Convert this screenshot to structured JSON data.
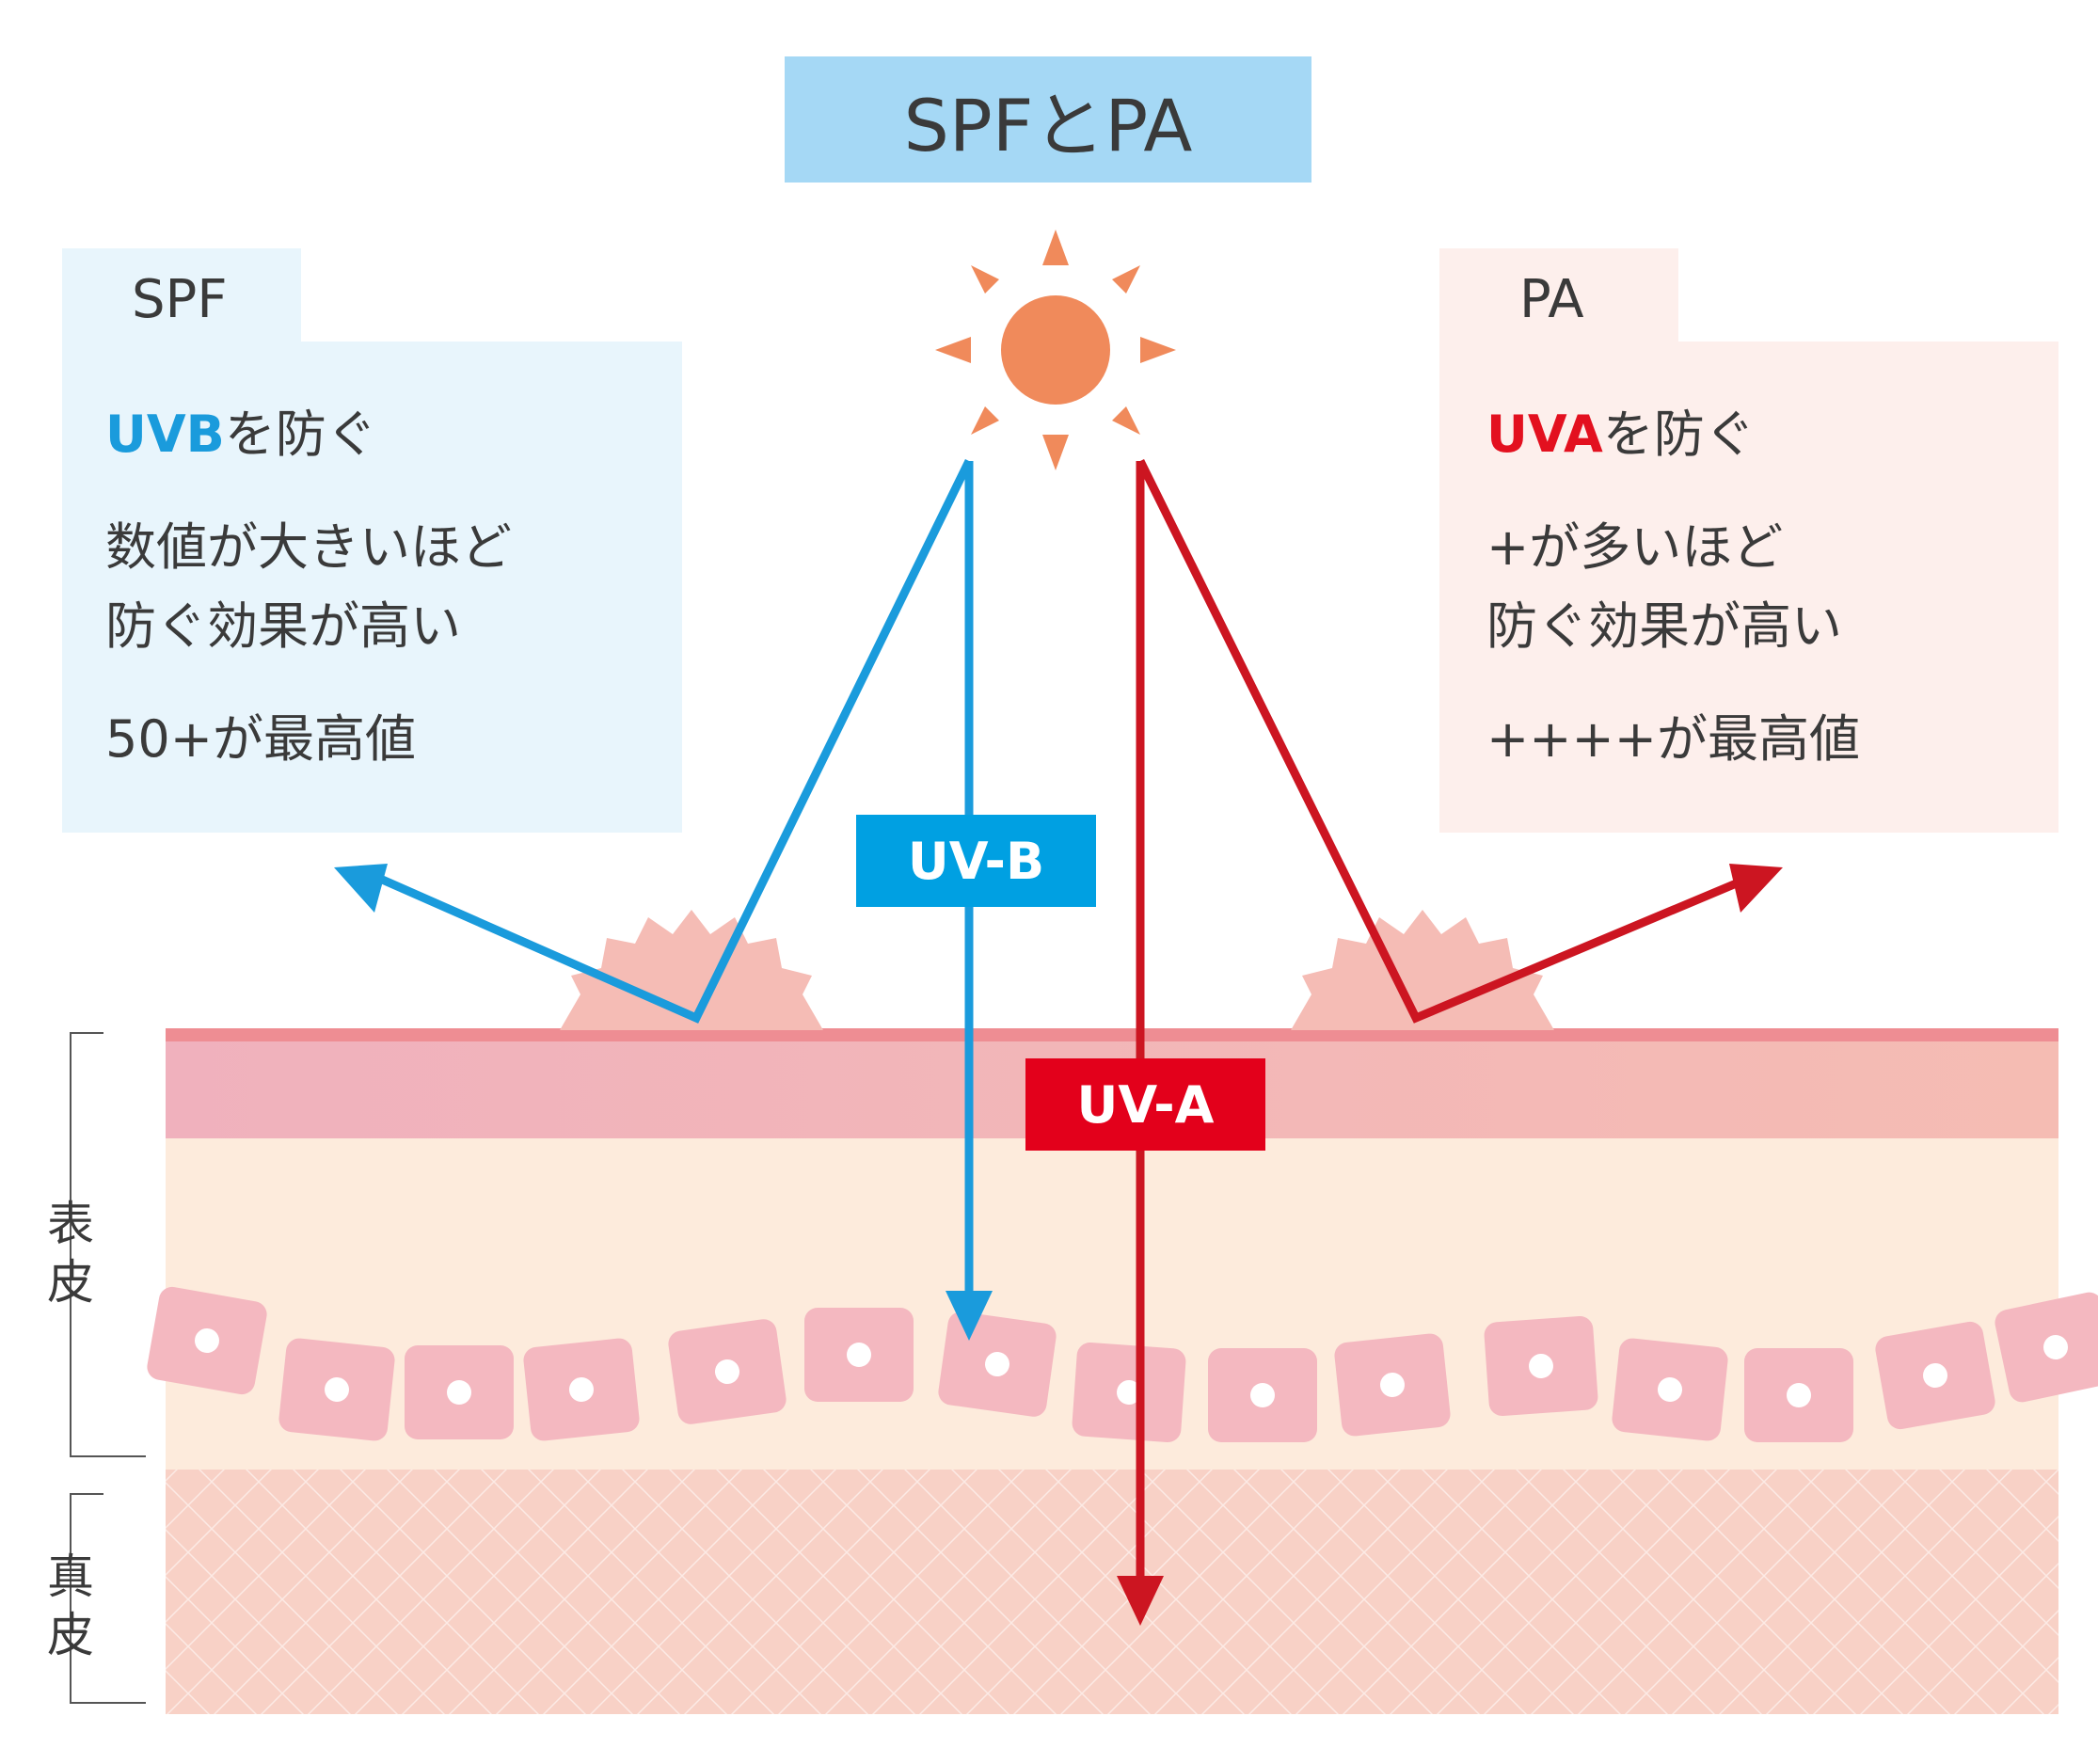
{
  "title": "SPFとPA",
  "spf_panel": {
    "heading": "SPF",
    "line1_highlight": "UVB",
    "line1_rest": "を防ぐ",
    "line2": "数値が大きいほど",
    "line3": "防ぐ効果が高い",
    "line4": "50+が最高値"
  },
  "pa_panel": {
    "heading": "PA",
    "line1_highlight": "UVA",
    "line1_rest": "を防ぐ",
    "line2": "+が多いほど",
    "line3": "防ぐ効果が高い",
    "line4": "++++が最高値"
  },
  "rays": {
    "uvb_label": "UV-B",
    "uva_label": "UV-A"
  },
  "layers": {
    "epidermis": "表皮",
    "dermis": "真皮"
  },
  "colors": {
    "uvb": "#1a9bdc",
    "uva": "#e3101f",
    "sun": "#f08a5b",
    "title_bg": "#a5d8f5",
    "spf_bg": "#e8f5fc",
    "pa_bg": "#fdefec"
  }
}
